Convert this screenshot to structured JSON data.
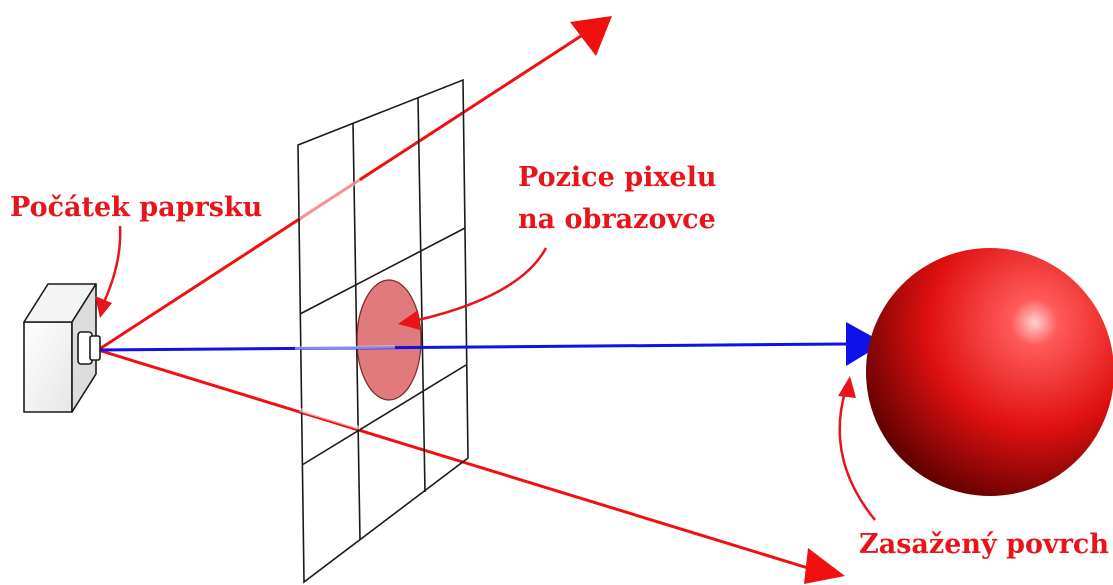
{
  "labels": {
    "ray_origin": "Počátek paprsku",
    "pixel_position_line1": "Pozice pixelu",
    "pixel_position_line2": "na obrazovce",
    "hit_surface": "Zasažený povrch"
  },
  "colors": {
    "ray_red": "#f20f0f",
    "ray_blue": "#1010e8",
    "label_red": "#e8141a",
    "pixel_fill": "#e17a7c",
    "sphere_light": "#ff6a6a",
    "sphere_mid": "#e41616",
    "sphere_dark": "#6a0000",
    "grid_line": "#1a1a1a"
  },
  "icons": {
    "camera": "camera-icon",
    "sphere": "sphere-icon"
  }
}
